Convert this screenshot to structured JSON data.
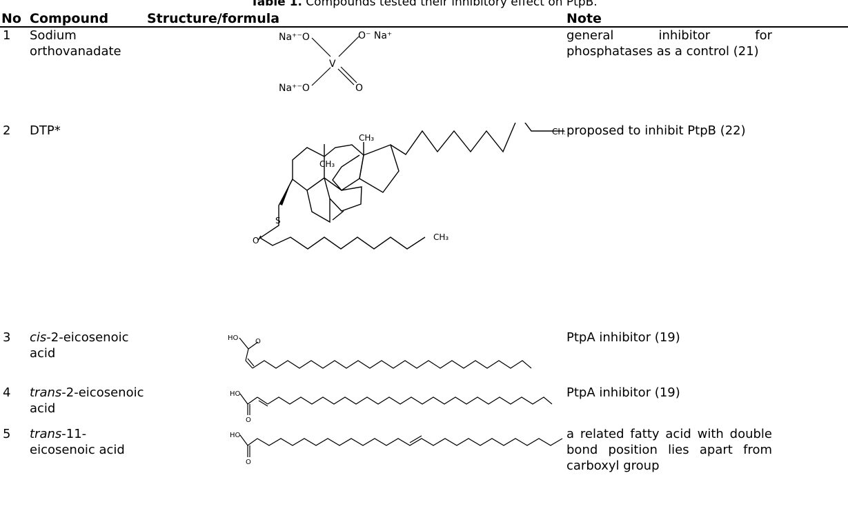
{
  "caption": {
    "label": "Table 1.",
    "text": " Compounds tested their inhibitory effect on PtpB."
  },
  "headers": [
    "No",
    "Compound",
    "Structure/formula",
    "Note"
  ],
  "rows": [
    {
      "no": "1",
      "compound_pre": "",
      "compound_italic": "",
      "compound_rest": "Sodium orthovanadate",
      "structure": "sodium-orthovanadate-structure",
      "note": "general inhibitor for phosphatases as a control (21)"
    },
    {
      "no": "2",
      "compound_pre": "",
      "compound_italic": "",
      "compound_rest": "DTP*",
      "structure": "dtp-steroid-structure",
      "note": "proposed to inhibit PtpB (22)"
    },
    {
      "no": "3",
      "compound_pre": "",
      "compound_italic": "cis",
      "compound_rest": "-2-eicosenoic acid",
      "structure": "cis-2-eicosenoic-acid-structure",
      "note": "PtpA inhibitor (19)"
    },
    {
      "no": "4",
      "compound_pre": "",
      "compound_italic": "trans",
      "compound_rest": "-2-eicosenoic acid",
      "structure": "trans-2-eicosenoic-acid-structure",
      "note": "PtpA inhibitor (19)"
    },
    {
      "no": "5",
      "compound_pre": "",
      "compound_italic": "trans",
      "compound_rest": "-11-eicosenoic acid",
      "structure": "trans-11-eicosenoic-acid-structure",
      "note": "a related fatty acid with double bond position lies apart from carboxyl group"
    }
  ],
  "structure_labels": {
    "na_plus_o": "Na⁺⁻O",
    "o_minus_na_plus": "O⁻ Na⁺",
    "v": "V",
    "o": "O",
    "ch3": "CH₃",
    "s": "S",
    "ho": "HO"
  }
}
